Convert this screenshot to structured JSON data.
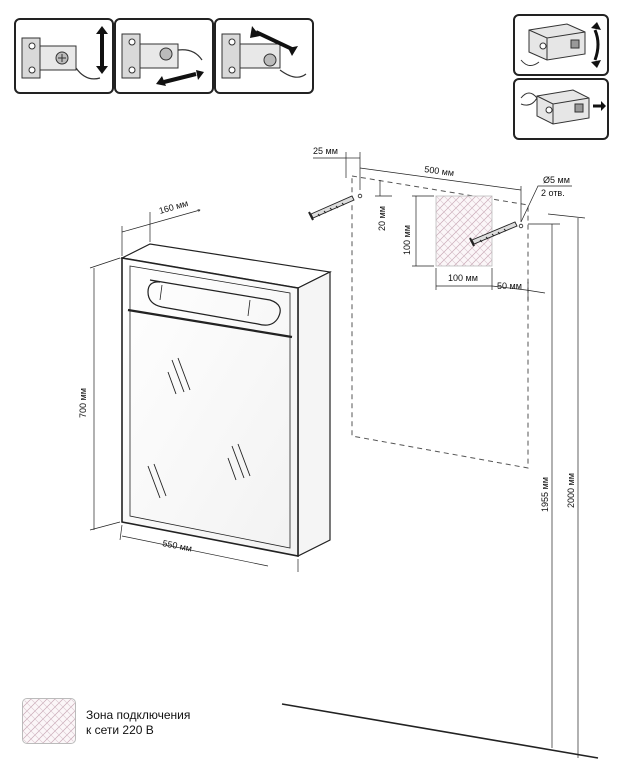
{
  "dimensions": {
    "depth": "160 мм",
    "height": "700 мм",
    "width": "550 мм",
    "edge_offset": "25 мм",
    "hole_spacing": "500 мм",
    "hole_diameter": "Ø5 мм",
    "hole_count": "2 отв.",
    "hole_drop": "20 мм",
    "zone_height": "100 мм",
    "zone_width": "100 мм",
    "zone_offset": "50 мм",
    "hole_height": "1955 мм",
    "top_height": "2000 мм"
  },
  "legend": {
    "line1": "Зона подключения",
    "line2": "к сети 220 В"
  },
  "colors": {
    "line": "#222222",
    "dashed": "#555555",
    "zone_hatch": "#c9a9b6"
  },
  "icons": [
    "hinge-adjust-vertical-icon",
    "hinge-adjust-depth-icon",
    "hinge-adjust-horizontal-icon",
    "bracket-adjust-vertical-icon",
    "bracket-adjust-depth-icon",
    "screw-icon"
  ]
}
